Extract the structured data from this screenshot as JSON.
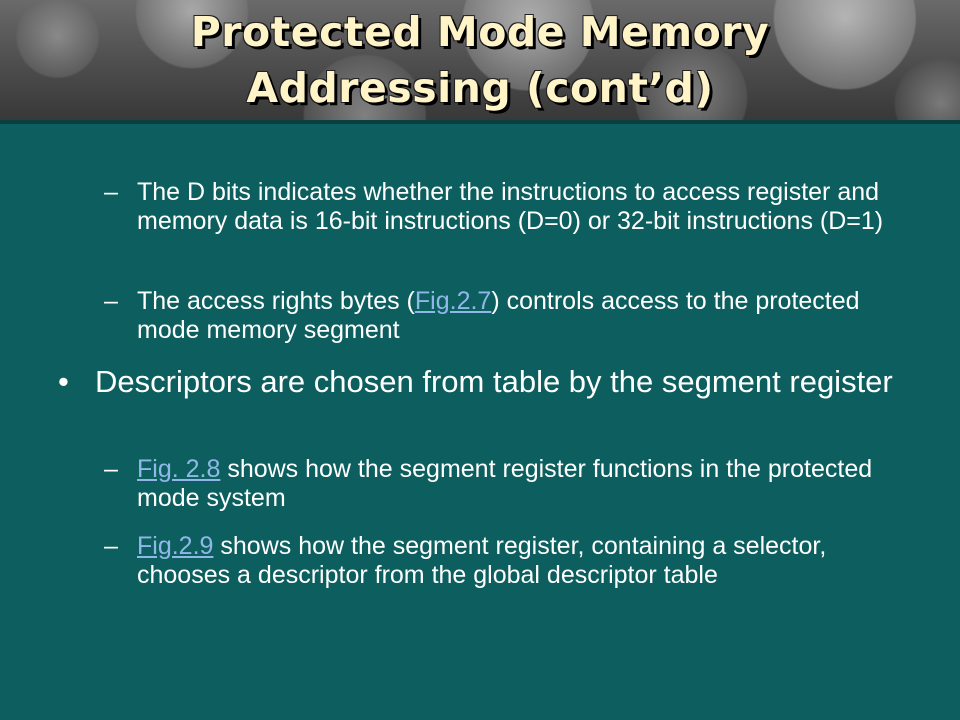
{
  "slide": {
    "title_line1": "Protected Mode Memory",
    "title_line2": "Addressing (cont’d)"
  },
  "bullets": {
    "dash": "–",
    "dot": "•",
    "item1": {
      "text": "The D bits indicates whether the instructions to access register and memory data is 16-bit instructions (D=0) or 32-bit instructions (D=1)"
    },
    "item2": {
      "before": "The access rights bytes (",
      "link": "Fig.2.7",
      "after": ") controls access to the protected mode memory segment"
    },
    "item3": {
      "text": "Descriptors are chosen from table by the segment register"
    },
    "item4": {
      "link": "Fig. 2.8",
      "after": " shows how the segment register functions in the protected mode system"
    },
    "item5": {
      "link": "Fig.2.9",
      "after": " shows how the segment register, containing a selector, chooses a descriptor from the global descriptor table"
    }
  },
  "colors": {
    "background": "#0d5f5f",
    "title": "#fff3c8",
    "link": "#8fb8e8",
    "text": "#ffffff"
  }
}
